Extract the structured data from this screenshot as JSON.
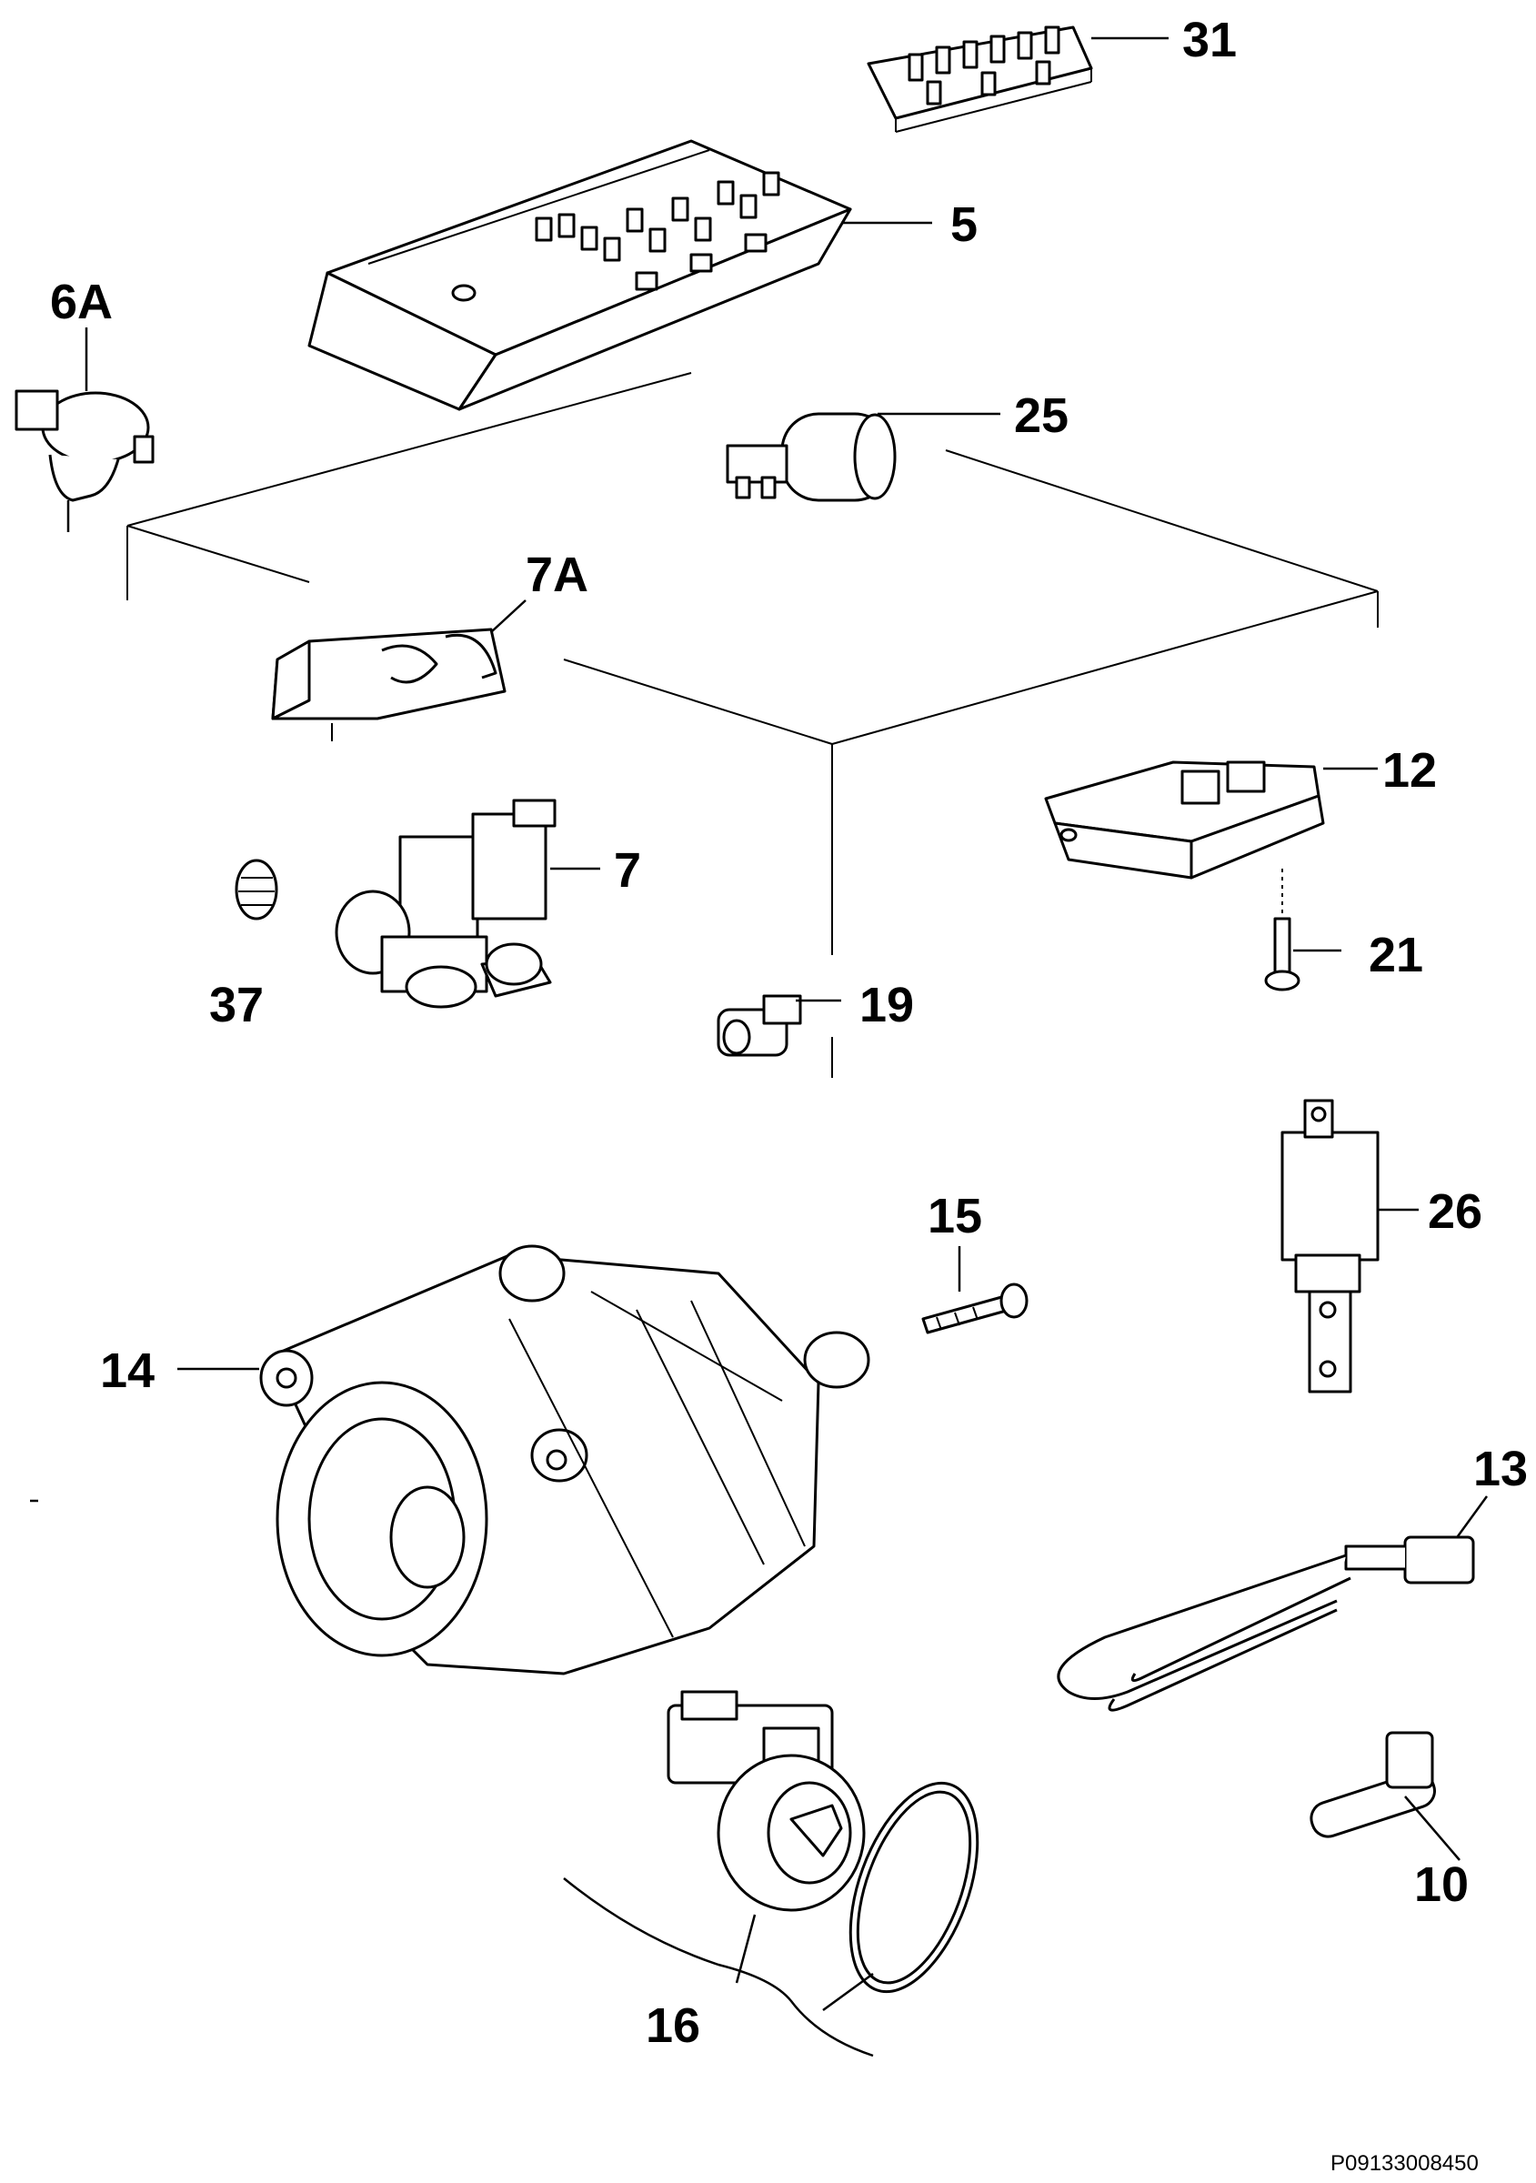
{
  "diagram": {
    "labels": {
      "p31": "31",
      "p5": "5",
      "p6a": "6A",
      "p25": "25",
      "p7a": "7A",
      "p12": "12",
      "p7": "7",
      "p37": "37",
      "p21": "21",
      "p19": "19",
      "p15": "15",
      "p26": "26",
      "p14": "14",
      "p13": "13",
      "p10": "10",
      "p16": "16"
    },
    "document_id": "P09133008450"
  }
}
